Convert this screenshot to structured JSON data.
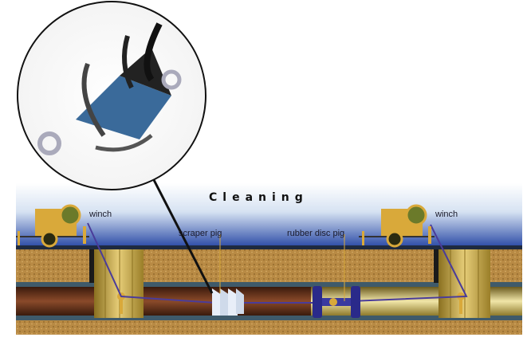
{
  "diagram": {
    "title": "Cleaning",
    "labels": {
      "winch_left": "winch",
      "winch_right": "winch",
      "scraper_pig": "scraper pig",
      "rubber_disc_pig": "rubber disc pig"
    },
    "colors": {
      "sky_top": "#ffffff",
      "sky_bottom": "#2f4fa8",
      "soil": "#b98c45",
      "pipe_wall": "#3f5a6a",
      "dirty_pipe": "#5a2a18",
      "clean_pipe": "#d8c77a",
      "winch": "#d9a93a",
      "cable": "#4a3c9a"
    }
  }
}
